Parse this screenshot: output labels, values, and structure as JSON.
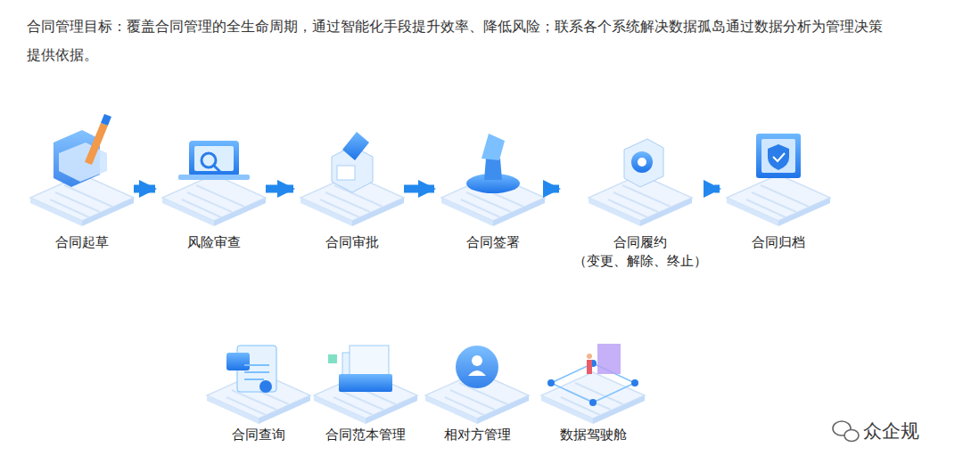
{
  "diagram": {
    "title": "合同管理目标：覆盖合同管理的全生命周期，通过智能化手段提升效率、降低风险；联系各个系统解决数据孤岛通过数据分析为管理决策提供依据。",
    "nodes": [
      {
        "text": [
          "合同起草"
        ]
      },
      {
        "text": [
          "风险审查"
        ]
      },
      {
        "text": [
          "合同审批"
        ]
      },
      {
        "text": [
          "合同签署"
        ]
      },
      {
        "text": [
          "合同履约",
          "（变更、解除、终止）"
        ]
      },
      {
        "text": [
          "合同归档"
        ]
      },
      {
        "text": [
          "合同查询"
        ]
      },
      {
        "text": [
          "合同范本管理"
        ]
      },
      {
        "text": [
          "相对方管理"
        ]
      },
      {
        "text": [
          "数据驾驶舱"
        ]
      }
    ],
    "edges": [
      {
        "from": 0,
        "to": 1,
        "arrow": "to"
      },
      {
        "from": 1,
        "to": 2,
        "arrow": "to"
      },
      {
        "from": 2,
        "to": 3,
        "arrow": "to"
      },
      {
        "from": 3,
        "to": 4,
        "arrow": "to"
      },
      {
        "from": 4,
        "to": 5,
        "arrow": "to"
      }
    ],
    "labels": [
      "众企规"
    ]
  }
}
